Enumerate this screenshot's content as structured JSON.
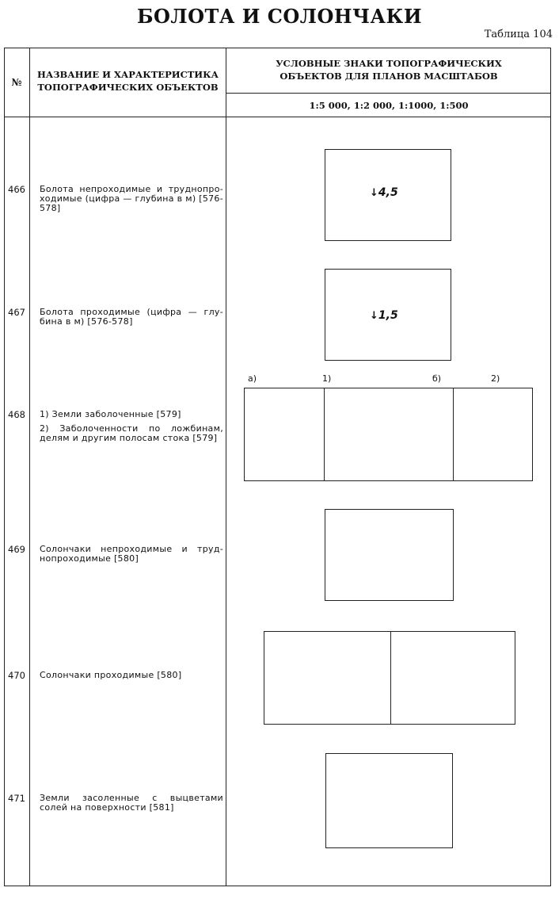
{
  "title": "БОЛОТА И СОЛОНЧАКИ",
  "table_label": "Таблица 104",
  "header": {
    "num": "№",
    "name_line1": "НАЗВАНИЕ И ХАРАКТЕРИСТИКА",
    "name_line2": "ТОПОГРАФИЧЕСКИХ ОБЪЕКТОВ",
    "symbols_line1": "УСЛОВНЫЕ ЗНАКИ ТОПОГРАФИЧЕСКИХ",
    "symbols_line2": "ОБЪЕКТОВ ДЛЯ ПЛАНОВ МАСШТАБОВ",
    "scales": "1:5 000, 1:2 000, 1:1000, 1:500"
  },
  "rows": [
    {
      "num": "466",
      "text": "Болота непроходимые и труднопро-ходимые (цифра — глубина в м) [576-578]",
      "depth": "4,5"
    },
    {
      "num": "467",
      "text": "Болота проходимые (цифра — глу-бина в м) [576-578]",
      "depth": "1,5"
    },
    {
      "num": "468",
      "text1": "1) Земли заболоченные [579]",
      "text2": "2) Заболоченности по ложбинам, делям и другим полосам стока [579]",
      "labels": {
        "a": "а)",
        "one": "1)",
        "b": "б)",
        "two": "2)"
      }
    },
    {
      "num": "469",
      "text": "Солончаки непроходимые и труд-нопроходимые [580]"
    },
    {
      "num": "470",
      "text": "Солончаки проходимые [580]"
    },
    {
      "num": "471",
      "text": "Земли засоленные с выцветами солей на поверхности [581]"
    }
  ]
}
